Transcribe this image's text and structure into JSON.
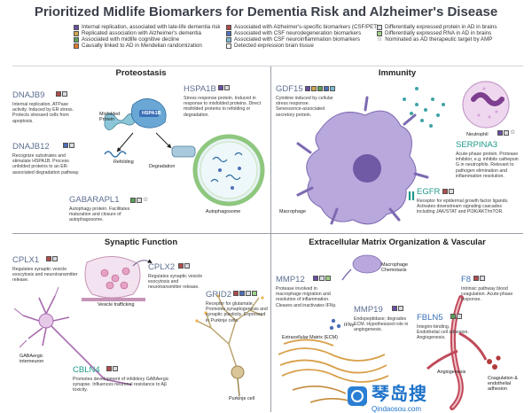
{
  "title": "Prioritized Midlife Biomarkers for Dementia Risk and Alzheimer's Disease",
  "colors": {
    "internal_replication": "#6a4fa3",
    "replicated_alzheimers": "#d0a54a",
    "middle_cognitive": "#5d9f58",
    "mendelian": "#e07b2a",
    "alz_specific": "#b34a4a",
    "csf_neurodegeneration": "#4d6fb8",
    "csf_neuroinflammation": "#7dbad4",
    "detected_brain": "#ffffff",
    "de_protein": "#d9dde2",
    "de_rna": "#9fd28a",
    "panel_border": "#9aa0a6"
  },
  "legend": {
    "col1": [
      {
        "color_key": "internal_replication",
        "label": "Internal replication, associated with late-life dementia risk"
      },
      {
        "color_key": "replicated_alzheimers",
        "label": "Replicated association with Alzheimer's dementia"
      },
      {
        "color_key": "middle_cognitive",
        "label": "Associated with midlife cognitive decline"
      },
      {
        "color_key": "mendelian",
        "label": "Causally linked to AD in Mendelian randomization"
      }
    ],
    "col2": [
      {
        "color_key": "alz_specific",
        "label": "Associated with Alzheimer's-specific biomarkers (CSF/PET)"
      },
      {
        "color_key": "csf_neurodegeneration",
        "label": "Associated with CSF neurodegeneration biomarkers"
      },
      {
        "color_key": "csf_neuroinflammation",
        "label": "Associated with CSF neuroinflammation biomarkers"
      },
      {
        "color_key": "detected_brain",
        "label": "Detected expression brain tissue"
      }
    ],
    "col3": [
      {
        "color_key": "de_protein",
        "label": "Differentially expressed protein in AD in brains"
      },
      {
        "color_key": "de_rna",
        "label": "Differentially expressed RNA in AD in brains"
      },
      {
        "icon": "star-icon",
        "label": "Nominated as AD therapeutic target by AMP"
      }
    ]
  },
  "panels": {
    "proteostasis": {
      "title": "Proteostasis",
      "dnajb9": {
        "name": "DNAJB9",
        "desc": "Internal replication, ATPase activity. Induced by ER stress. Protects stressed cells from apoptosis."
      },
      "hspa1b": {
        "name": "HSPA1B",
        "desc": "Stress response protein. Induced in response to misfolded proteins. Direct misfolded proteins to refolding or degradation."
      },
      "dnajb12": {
        "name": "DNAJB12",
        "desc": "Recognize substrates and stimulate HSPA1B. Process unfolded proteins to an ER-associated degradation pathway."
      },
      "gabarapl1": {
        "name": "GABARAPL1",
        "desc": "Autophagy protein. Facilitates maturation and closure of autophagosome."
      },
      "labels": {
        "misfolded": "Misfolded Protein",
        "hspa1b_tag": "HSPA1B",
        "refolding": "Refolding",
        "degradation": "Degradation",
        "autophagosome": "Autophagosome"
      }
    },
    "immunity": {
      "title": "Immunity",
      "gdf15": {
        "name": "GDF15",
        "desc": "Cytokine induced by cellular stress response. Senescence-associated secretory protein."
      },
      "serpina3": {
        "name": "SERPINA3",
        "desc": "Acute-phase protein. Protease inhibitor, e.g. inhibits cathepsin G in neutrophils. Relevant to pathogen elimination and inflammation resolution."
      },
      "egfr": {
        "name": "EGFR",
        "desc": "Receptor for epidermal growth factor ligands. Activates downstream signaling cascades including JAK/STAT and PI3K/AKT/mTOR."
      },
      "labels": {
        "neutrophil": "Neutrophil",
        "macrophage": "Macrophage"
      }
    },
    "synaptic": {
      "title": "Synaptic Function",
      "cplx1": {
        "name": "CPLX1",
        "desc": "Regulates synaptic vesicle exocytosis and neurotransmitter release."
      },
      "cplx2": {
        "name": "CPLX2",
        "desc": "Regulates synaptic vesicle exocytosis and neurotransmitter release."
      },
      "grid2": {
        "name": "GRID2",
        "desc": "Receptor for glutamate. Promotes synaptogenesis and synaptic plasticity. Expressed in Purkinje cells."
      },
      "cbln4": {
        "name": "CBLN4",
        "desc": "Promotes development of inhibitory GABAergic synapse. Influences neuronal resistance to Aβ toxicity."
      },
      "labels": {
        "vesicle": "Vesicle trafficking",
        "interneuron": "GABAergic interneuron",
        "purkinje": "Purkinje cell"
      }
    },
    "ecm": {
      "title": "Extracellular Matrix Organization & Vascular",
      "mmp12": {
        "name": "MMP12",
        "desc": "Protease involved in macrophage migration and resolution of inflammation. Cleaves and inactivates IFNγ."
      },
      "f8": {
        "name": "F8",
        "desc": "Intrinsic pathway blood coagulation. Acute-phase response."
      },
      "mmp19": {
        "name": "MMP19",
        "desc": "Endopeptidase; degrades ECM. Hypothesized role in angiogenesis."
      },
      "fbln5": {
        "name": "FBLN5",
        "desc": "Integrin-binding. Endothelial cell adhesion. Angiogenesis."
      },
      "labels": {
        "macrophage_chemotaxis": "Macrophage Chemotaxis",
        "ifng": "IFNγ",
        "ecm": "Extracellular Matrix (ECM)",
        "angiogenesis": "Angiogenesis",
        "coagulation": "Coagulation & endothelial adhesion"
      }
    }
  },
  "watermark": {
    "text": "琴岛搜",
    "url": "Qindaosou.com"
  }
}
